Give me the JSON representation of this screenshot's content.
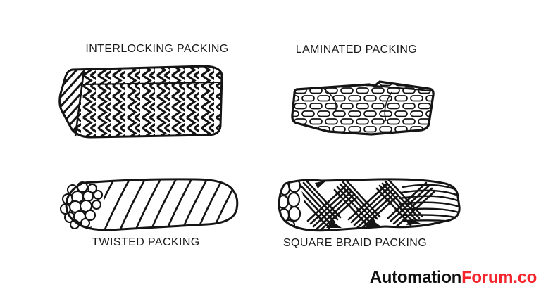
{
  "page": {
    "background_color": "#ffffff",
    "ink_color": "#141414"
  },
  "figures": [
    {
      "id": "interlocking-packing",
      "label": "INTERLOCKING PACKING"
    },
    {
      "id": "laminated-packing",
      "label": "LAMINATED PACKING"
    },
    {
      "id": "twisted-packing",
      "label": "TWISTED PACKING"
    },
    {
      "id": "square-braid-packing",
      "label": "SQUARE BRAID PACKING"
    }
  ],
  "watermark": {
    "text_black": "Automation",
    "text_red": "Forum.co",
    "black_color": "#101010",
    "red_color": "#F5252E"
  }
}
